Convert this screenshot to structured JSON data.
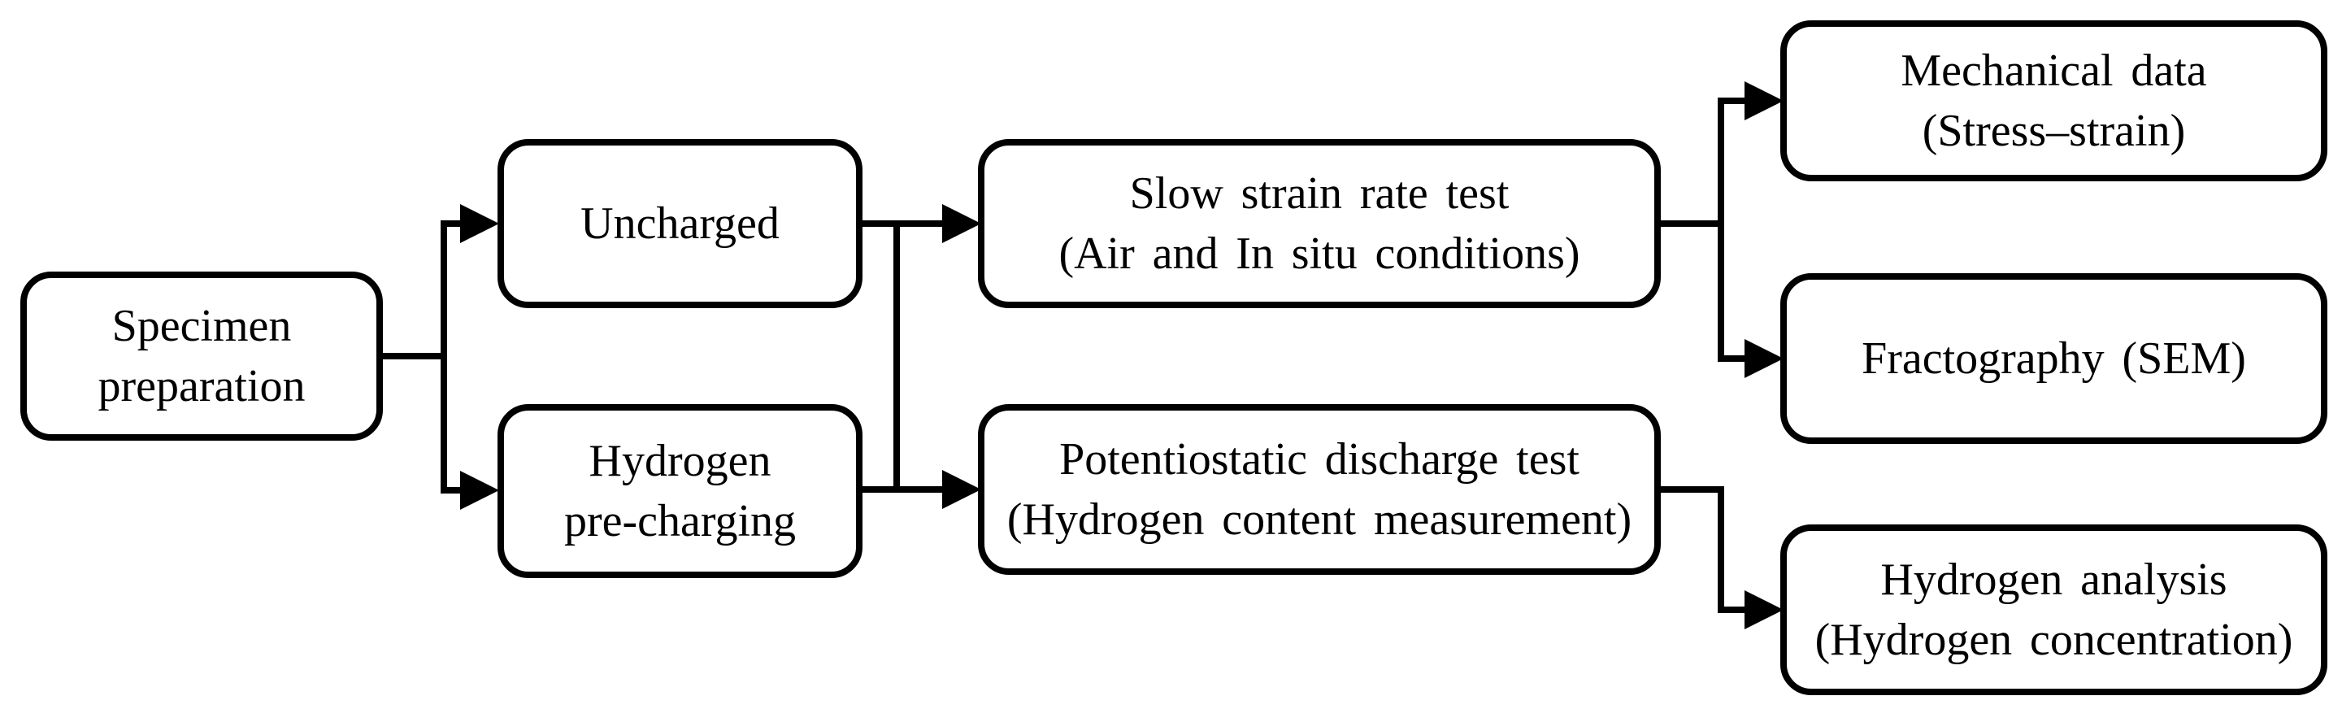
{
  "figure": {
    "type": "flowchart",
    "background_color": "#ffffff",
    "line_color": "#000000",
    "box_fill_color": "#ffffff",
    "nodes": {
      "specimen_preparation": {
        "line1": "Specimen",
        "line2": "preparation"
      },
      "uncharged": {
        "line1": "Uncharged"
      },
      "hydrogen_pre_charging": {
        "line1": "Hydrogen",
        "line2": "pre-charging"
      },
      "slow_strain_rate_test": {
        "line1": "Slow strain rate test",
        "line2": "(Air and In situ conditions)"
      },
      "potentiostatic_discharge_test": {
        "line1": "Potentiostatic discharge test",
        "line2": "(Hydrogen content measurement)"
      },
      "mechanical_data": {
        "line1": "Mechanical data",
        "line2": "(Stress–strain)"
      },
      "fractography": {
        "line1": "Fractography (SEM)"
      },
      "hydrogen_analysis": {
        "line1": "Hydrogen analysis",
        "line2": "(Hydrogen concentration)"
      }
    },
    "edges": [
      {
        "from": "specimen_preparation",
        "to": "uncharged"
      },
      {
        "from": "specimen_preparation",
        "to": "hydrogen_pre_charging"
      },
      {
        "from": "uncharged",
        "to": "slow_strain_rate_test"
      },
      {
        "from": "hydrogen_pre_charging",
        "to": "potentiostatic_discharge_test"
      },
      {
        "from": "slow_strain_rate_test",
        "to": "mechanical_data"
      },
      {
        "from": "slow_strain_rate_test",
        "to": "fractography"
      },
      {
        "from": "potentiostatic_discharge_test",
        "to": "hydrogen_analysis"
      }
    ]
  }
}
